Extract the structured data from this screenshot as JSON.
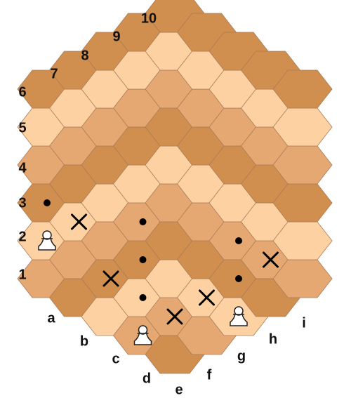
{
  "board": {
    "colors": {
      "light": "#fdd1a2",
      "mid": "#e5a873",
      "dark": "#d18f4f",
      "stroke": "#a87a55"
    },
    "files": [
      "a",
      "b",
      "c",
      "d",
      "e",
      "f",
      "g",
      "h",
      "i"
    ],
    "ranks": [
      "1",
      "2",
      "3",
      "4",
      "5",
      "6",
      "7",
      "8",
      "9",
      "10"
    ],
    "dots": [
      "a3",
      "d2",
      "d3",
      "d4",
      "g2",
      "g3"
    ],
    "crosses": [
      "b3",
      "c2",
      "e2",
      "f2",
      "h2"
    ],
    "white_pawns": [
      "a2",
      "d1",
      "g1"
    ]
  }
}
